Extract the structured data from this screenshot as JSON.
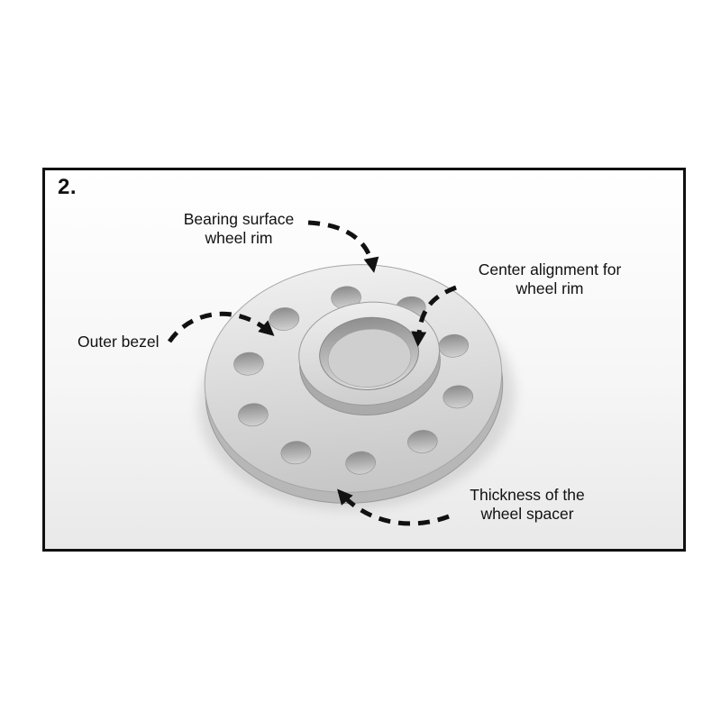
{
  "figure": {
    "step_number": "2.",
    "labels": {
      "bearing_surface": "Bearing surface\nwheel rim",
      "center_alignment": "Center alignment for\nwheel rim",
      "outer_bezel": "Outer bezel",
      "thickness": "Thickness of the\nwheel spacer"
    },
    "colors": {
      "frame_border": "#111111",
      "text": "#111111",
      "arrow": "#111111",
      "spacer_light": "#ececec",
      "spacer_dark": "#b7b7b7"
    }
  }
}
